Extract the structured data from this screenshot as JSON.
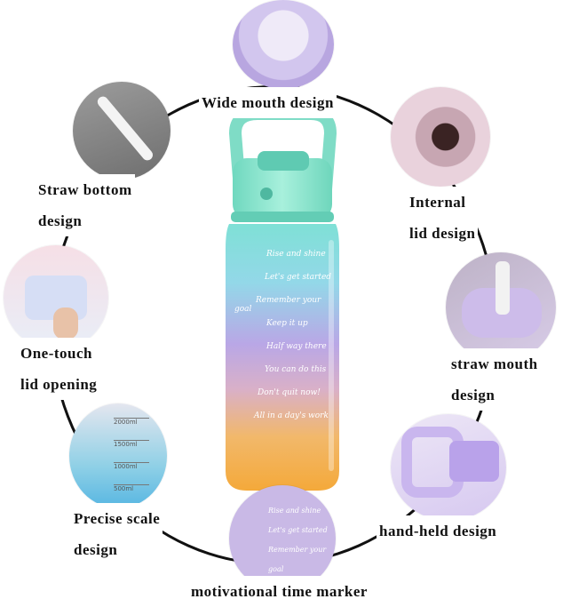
{
  "features": {
    "wide_mouth": "Wide mouth design",
    "straw_bottom": [
      "Straw bottom",
      "design"
    ],
    "internal_lid": [
      "Internal",
      "lid design"
    ],
    "one_touch": [
      "One-touch",
      "lid opening"
    ],
    "straw_mouth": [
      "straw mouth",
      "design"
    ],
    "precise_scale": [
      "Precise scale",
      "design"
    ],
    "hand_held": "hand-held design",
    "time_marker": "motivational time marker"
  },
  "bottle_markers": [
    {
      "time": "",
      "phrase": "Rise and shine"
    },
    {
      "time": "",
      "phrase": "Let's get started"
    },
    {
      "time": "",
      "phrase": "Remember your goal"
    },
    {
      "time": "",
      "phrase": "Keep it up"
    },
    {
      "time": "",
      "phrase": "Half way there"
    },
    {
      "time": "",
      "phrase": "You can do this"
    },
    {
      "time": "",
      "phrase": "Don't quit now!"
    },
    {
      "time": "",
      "phrase": "All in a day's work"
    }
  ],
  "bottom_badge_markers": [
    "Rise and shine",
    "Let's get started",
    "Remember your goal"
  ],
  "scale_marks": [
    "2000ml",
    "1500ml",
    "1000ml",
    "500ml"
  ],
  "colors": {
    "teal": "#7fe0d6",
    "purple": "#b9a7e6",
    "orange": "#f4b24a",
    "lid_mint": "#8fe6cc",
    "lavender_bg": "#c9b9e6"
  }
}
